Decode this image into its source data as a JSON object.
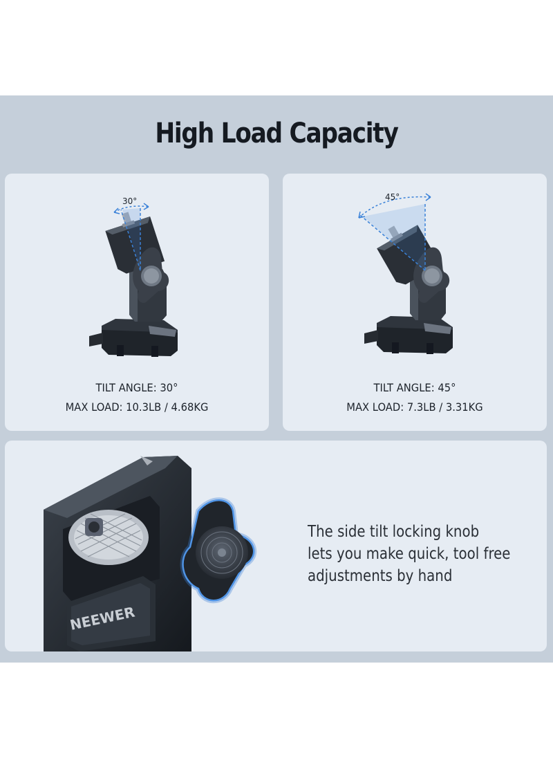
{
  "headline": "High Load Capacity",
  "panels": [
    {
      "angle_label": "30°",
      "tilt_line": "TILT ANGLE: 30°",
      "load_line": "MAX LOAD: 10.3LB / 4.68KG"
    },
    {
      "angle_label": "45°",
      "tilt_line": "TILT ANGLE: 45°",
      "load_line": "MAX LOAD: 7.3LB / 3.31KG"
    }
  ],
  "closeup": {
    "brand": "NEEWER",
    "description_lines": [
      "The side tilt locking knob",
      "lets you make quick, tool free",
      "adjustments by hand"
    ]
  },
  "colors": {
    "band": "#c5cfda",
    "card": "#e6ecf3",
    "metal": "#2c3138",
    "accent_blue": "#3b82d8"
  }
}
